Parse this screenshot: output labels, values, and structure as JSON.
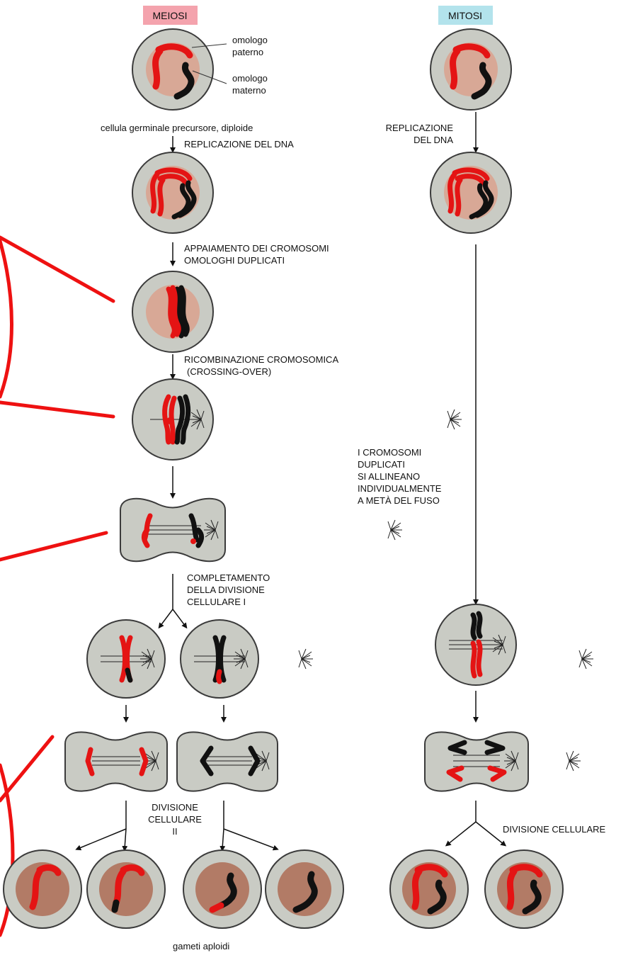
{
  "headers": {
    "meiosi": "MEIOSI",
    "mitosi": "MITOSI",
    "meiosi_color": "#f4a3ad",
    "mitosi_color": "#b3e3ec"
  },
  "labels": {
    "omologo_paterno_1": "omologo",
    "omologo_paterno_2": "paterno",
    "omologo_materno_1": "omologo",
    "omologo_materno_2": "materno",
    "cellula_germinale": "cellula germinale precursore, diploide",
    "replicazione_dna": "REPLICAZIONE DEL DNA",
    "appaiamento_1": "APPAIAMENTO DEI CROMOSOMI",
    "appaiamento_2": "OMOLOGHI DUPLICATI",
    "ricombinazione_1": "RICOMBINAZIONE CROMOSOMICA",
    "ricombinazione_2": "(CROSSING-OVER)",
    "completamento_1": "COMPLETAMENTO",
    "completamento_2": "DELLA DIVISIONE",
    "completamento_3": "CELLULARE I",
    "divisione2_1": "DIVISIONE",
    "divisione2_2": "CELLULARE",
    "divisione2_3": "II",
    "gameti": "gameti aploidi",
    "mit_replicazione_1": "REPLICAZIONE",
    "mit_replicazione_2": "DEL DNA",
    "mit_allineano_1": "I CROMOSOMI",
    "mit_allineano_2": "DUPLICATI",
    "mit_allineano_3": "SI ALLINEANO",
    "mit_allineano_4": "INDIVIDUALMENTE",
    "mit_allineano_5": "A METÀ DEL FUSO",
    "mit_divisione": "DIVISIONE CELLULARE"
  },
  "colors": {
    "paternal": "#e41414",
    "maternal": "#111111",
    "cytoplasm": "#c9cbc4",
    "nucleus": "#d8a896",
    "annotation_lines": "#ee1111"
  }
}
